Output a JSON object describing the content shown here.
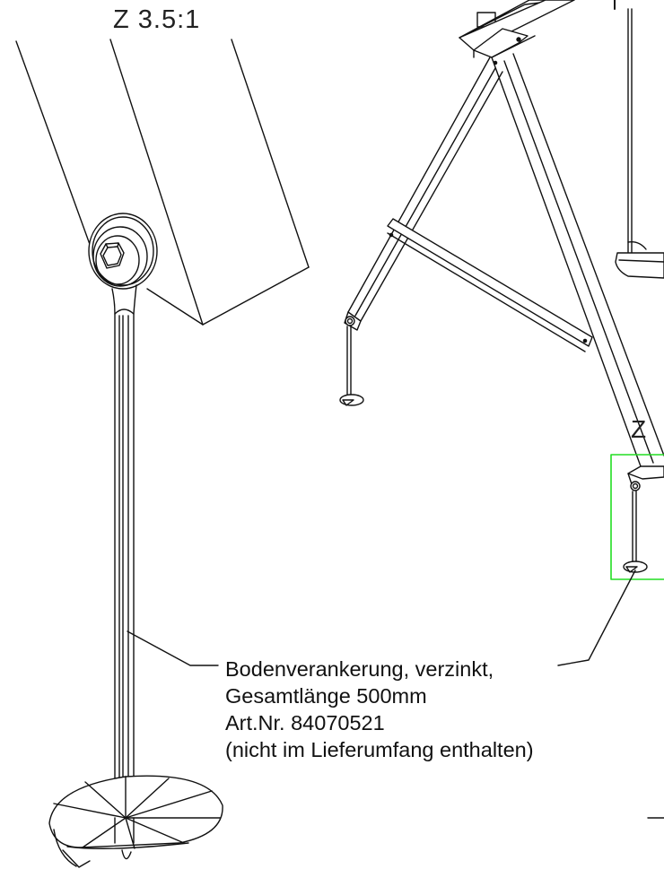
{
  "detail": {
    "label": "Z 3.5:1",
    "marker": "Z"
  },
  "annotation": {
    "lines": [
      "Bodenverankerung, verzinkt,",
      "Gesamtlänge 500mm",
      "Art.Nr. 84070521",
      "(nicht im Lieferumfang enthalten)"
    ]
  },
  "colors": {
    "line": "#111111",
    "highlight": "#22dd22"
  }
}
